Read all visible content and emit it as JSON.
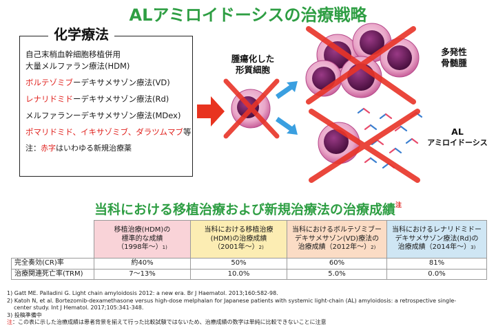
{
  "title": "ALアミロイドーシスの治療戦略",
  "chemo": {
    "heading": "化学療法",
    "items": [
      {
        "parts": [
          {
            "text": "自己末梢血幹細胞移植併用",
            "red": false
          }
        ]
      },
      {
        "parts": [
          {
            "text": "大量メルファラン療法(HDM)",
            "red": false
          }
        ]
      },
      {
        "parts": [
          {
            "text": "ボルテゾミブ",
            "red": true
          },
          {
            "text": "ーデキサメサゾン療法(VD)",
            "red": false
          }
        ]
      },
      {
        "parts": [
          {
            "text": "レナリドミド",
            "red": true
          },
          {
            "text": "ーデキサメサゾン療法(Rd)",
            "red": false
          }
        ]
      },
      {
        "parts": [
          {
            "text": "メルファランーデキサメサゾン療法(MDex)",
            "red": false
          }
        ]
      },
      {
        "parts": [
          {
            "text": "ポマリドミド、イキサゾミブ、ダラツムマブ",
            "red": true
          },
          {
            "text": "等",
            "red": false
          }
        ]
      }
    ],
    "note_prefix": "注：",
    "note_red": "赤字",
    "note_suffix": "はいわゆる新規治療薬"
  },
  "illustration": {
    "cell_label_line1": "腫瘍化した",
    "cell_label_line2": "形質細胞",
    "myeloma_line1": "多発性",
    "myeloma_line2": "骨髄腫",
    "al_line1": "AL",
    "al_line2": "アミロイドーシス",
    "colors": {
      "cell_purple": "#6b1a58",
      "cell_pink": "#e9a6c8",
      "cross_red": "#e83428",
      "arrow_red": "#e8331f",
      "arrow_blue": "#3a9fe0"
    }
  },
  "results": {
    "title": "当科における移植治療および新規治療法の治療成績",
    "title_note": "注",
    "columns": [
      {
        "lines": [
          "移植治療(HDM)の",
          "標準的な成績",
          "（1998年～）"
        ],
        "ref": "1)"
      },
      {
        "lines": [
          "当科における移植治療",
          "(HDM)の治療成績",
          "（2001年～）"
        ],
        "ref": "2)"
      },
      {
        "lines": [
          "当科におけるボルテゾミブー",
          "デキサメサゾン(VD)療法の",
          "治療成績（2012年～）"
        ],
        "ref": "2)"
      },
      {
        "lines": [
          "当科におけるレナリドミドー",
          "デキサメサゾン療法(Rd)の",
          "治療成績（2014年～）"
        ],
        "ref": "3)"
      }
    ],
    "rows": [
      {
        "label": "完全奏効(CR)率",
        "values": [
          "約40%",
          "50%",
          "60%",
          "81%"
        ]
      },
      {
        "label": "治療関連死亡率(TRM)",
        "values": [
          "7～13%",
          "10.0%",
          "5.0%",
          "0.0%"
        ]
      }
    ]
  },
  "references": {
    "ref1": "1) Gatt ME. Palladini G. Light chain amyloidosis 2012: a new era. Br J Haematol. 2013;160:582-98.",
    "ref2a": "2) Katoh N, et al. Bortezomib-dexamethasone versus high-dose melphalan for Japanese patients with systemic light-chain (AL) amyloidosis: a retrospective single-",
    "ref2b": "center study. Int J Hematol. 2017;105:341-348.",
    "ref3": "3) 投稿準備中",
    "note_label": "注",
    "note_text": "：この表に示した治療成績は患者背景を揃えて行った比較試験ではないため、治療成績の数字は単純に比較できないことに注意"
  }
}
